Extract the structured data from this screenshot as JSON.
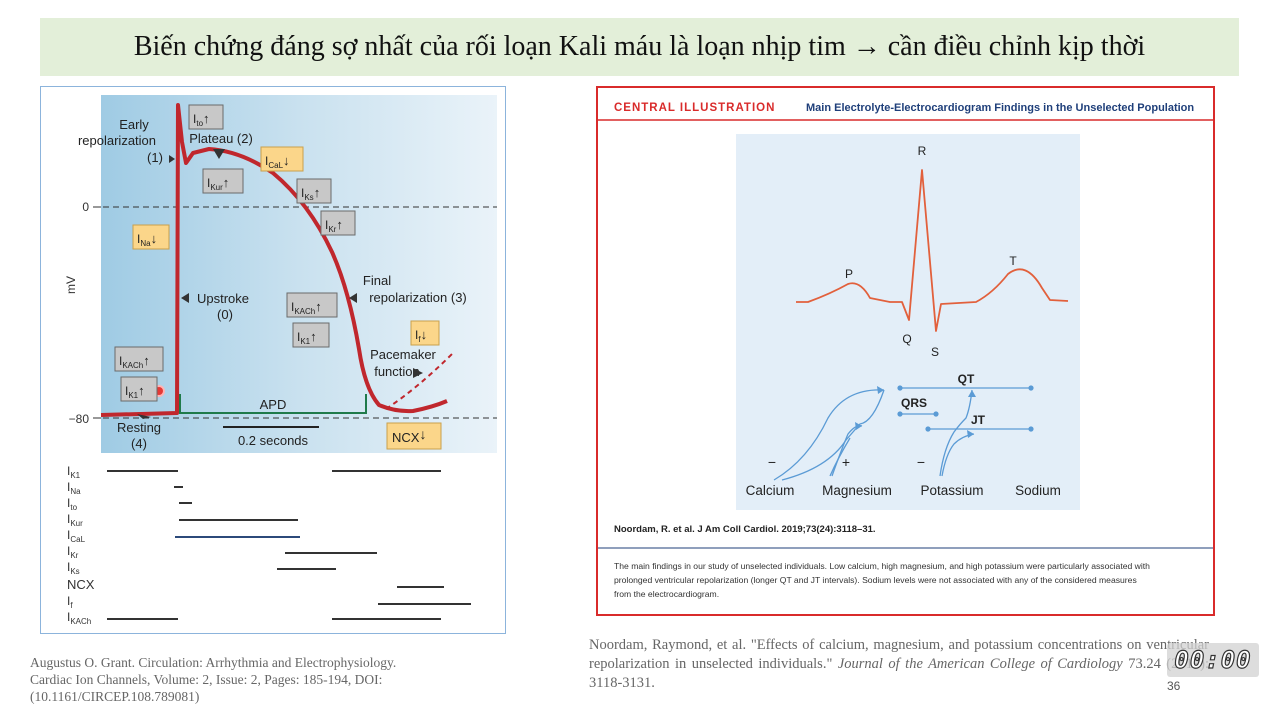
{
  "slide": {
    "title": "Biến chứng đáng sợ nhất của rối loạn Kali máu là  loạn nhịp tim → cần điều chỉnh kịp thời",
    "page_number": "36",
    "timer": "00:00"
  },
  "left_figure": {
    "y_axis": {
      "label": "mV",
      "tick_0": "0",
      "tick_80": "−80"
    },
    "phases": {
      "early_1": "Early",
      "early_2": "repolarization",
      "early_3": "(1)",
      "plateau": "Plateau (2)",
      "upstroke_1": "Upstroke",
      "upstroke_2": "(0)",
      "final_1": "Final",
      "final_2": "repolarization (3)",
      "pacemaker_1": "Pacemaker",
      "pacemaker_2": "function",
      "resting_1": "Resting",
      "resting_2": "(4)"
    },
    "apd_label": "APD",
    "scale_label": "0.2 seconds",
    "ion_boxes": {
      "ito": {
        "base": "I",
        "sub": "to",
        "arrow": "↑"
      },
      "ical": {
        "base": "I",
        "sub": "CaL",
        "arrow": "↓"
      },
      "ikur": {
        "base": "I",
        "sub": "Kur",
        "arrow": "↑"
      },
      "iks": {
        "base": "I",
        "sub": "Ks",
        "arrow": "↑"
      },
      "ikr": {
        "base": "I",
        "sub": "Kr",
        "arrow": "↑"
      },
      "ina": {
        "base": "I",
        "sub": "Na",
        "arrow": "↓"
      },
      "ikach_mid": {
        "base": "I",
        "sub": "KACh",
        "arrow": "↑"
      },
      "ik1_mid": {
        "base": "I",
        "sub": "K1",
        "arrow": "↑"
      },
      "if": {
        "base": "I",
        "sub": "f",
        "arrow": "↓"
      },
      "ikach_low": {
        "base": "I",
        "sub": "KACh",
        "arrow": "↑"
      },
      "ik1_low": {
        "base": "I",
        "sub": "K1",
        "arrow": "↑"
      },
      "ncx": {
        "base": "NCX",
        "sub": "",
        "arrow": "↓"
      }
    },
    "currents": [
      {
        "base": "I",
        "sub": "K1"
      },
      {
        "base": "I",
        "sub": "Na"
      },
      {
        "base": "I",
        "sub": "to"
      },
      {
        "base": "I",
        "sub": "Kur"
      },
      {
        "base": "I",
        "sub": "CaL"
      },
      {
        "base": "I",
        "sub": "Kr"
      },
      {
        "base": "I",
        "sub": "Ks"
      },
      {
        "base": "NCX",
        "sub": ""
      },
      {
        "base": "I",
        "sub": "f"
      },
      {
        "base": "I",
        "sub": "KACh"
      }
    ]
  },
  "right_figure": {
    "header_tag": "CENTRAL ILLUSTRATION",
    "header_title": "Main Electrolyte-Electrocardiogram Findings in the Unselected Population",
    "ecg": {
      "p": "P",
      "q": "Q",
      "r": "R",
      "s": "S",
      "t": "T",
      "qrs": "QRS",
      "qt": "QT",
      "jt": "JT"
    },
    "electrolytes": [
      {
        "name": "Calcium",
        "sign": "−"
      },
      {
        "name": "Magnesium",
        "sign": "+"
      },
      {
        "name": "Potassium",
        "sign": "−"
      },
      {
        "name": "Sodium",
        "sign": ""
      }
    ],
    "citation": "Noordam, R. et al. J Am Coll Cardiol. 2019;73(24):3118–31.",
    "caption": [
      "The main findings in our study of unselected individuals. Low calcium, high magnesium, and high potassium were particularly associated with",
      "prolonged ventricular repolarization (longer QT and JT intervals). Sodium levels were not associated with any of the considered measures",
      "from the electrocardiogram."
    ]
  },
  "citations": {
    "left": [
      "Augustus O. Grant. Circulation: Arrhythmia and Electrophysiology.",
      "Cardiac Ion Channels, Volume: 2, Issue: 2, Pages: 185-194, DOI:",
      "(10.1161/CIRCEP.108.789081)"
    ],
    "right_plain": "Noordam, Raymond, et al. \"Effects of calcium, magnesium, and potassium concentrations on ventricular repolarization in unselected individuals.\" ",
    "right_italic": "Journal of the American College of Cardiology",
    "right_tail": " 73.24 (2019): 3118-3131."
  },
  "colors": {
    "title_bg": "#e3efd9",
    "ap_curve": "#c0272d",
    "right_border": "#d92b2b",
    "ecg_trace": "#e2603c",
    "ecg_arrows": "#5b9bd5",
    "ion_box_gray": "#c8c8c8",
    "ion_box_yellow": "#fbd68a"
  }
}
